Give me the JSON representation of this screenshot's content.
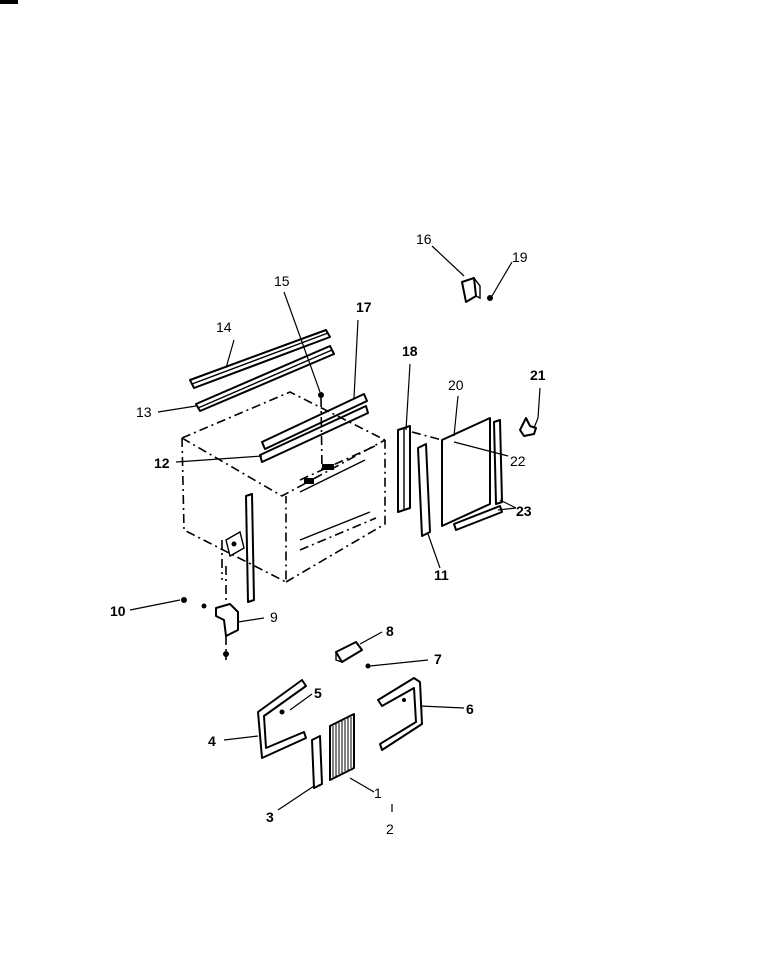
{
  "callouts": {
    "c1": "1",
    "c2": "2",
    "c3": "3",
    "c4": "4",
    "c5": "5",
    "c6": "6",
    "c7": "7",
    "c8": "8",
    "c9": "9",
    "c10": "10",
    "c11": "11",
    "c12": "12",
    "c13": "13",
    "c14": "14",
    "c15": "15",
    "c16": "16",
    "c17": "17",
    "c18": "18",
    "c19": "19",
    "c20": "20",
    "c21": "21",
    "c22": "22",
    "c23": "23"
  },
  "colors": {
    "ink": "#000000",
    "paper": "#ffffff"
  }
}
